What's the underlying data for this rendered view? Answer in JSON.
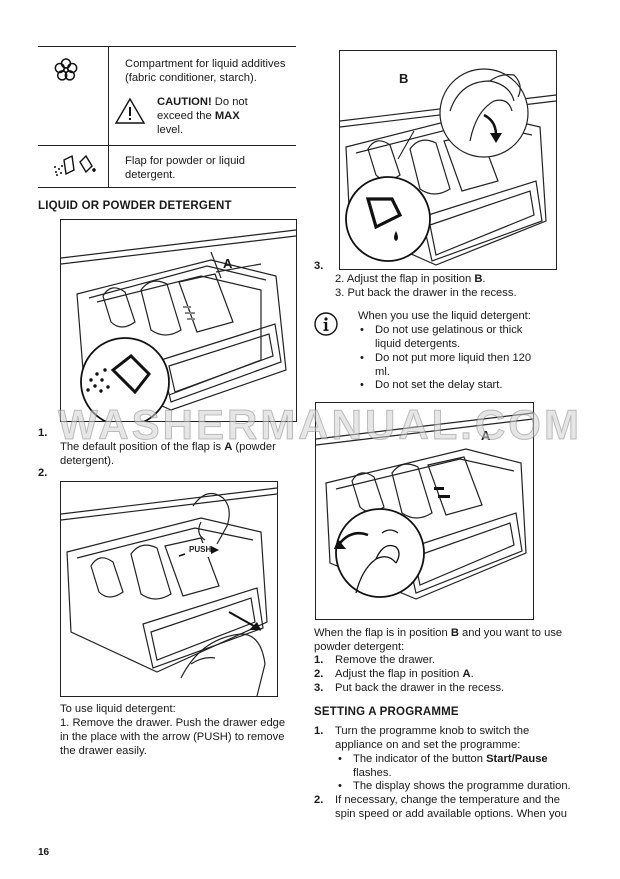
{
  "table": {
    "row1_text": "Compartment for liquid additives (fabric conditioner, starch).",
    "caution_label": "CAUTION!",
    "caution_text_1": " Do not exceed the ",
    "caution_max": "MAX",
    "caution_text_2": " level.",
    "row2_text": "Flap for powder or liquid detergent."
  },
  "left": {
    "heading": "LIQUID OR POWDER DETERGENT",
    "fig1_label": "A",
    "step1_num": "1.",
    "step1_text_a": "The default position of the flap is ",
    "step1_bold": "A",
    "step1_text_b": " (powder detergent).",
    "step2_num": "2.",
    "fig2_push": "PUSH",
    "liquid_intro": "To use liquid detergent:",
    "liquid_text": "1. Remove the drawer. Push the drawer edge in the place with the arrow (PUSH) to remove the drawer easily."
  },
  "right": {
    "fig3_label": "B",
    "step3_num": "3.",
    "step3_line1_a": "2. Adjust the flap in position ",
    "step3_line1_b": "B",
    "step3_line1_c": ".",
    "step3_line2": "3. Put back the drawer in the recess.",
    "info_intro": "When you use the liquid detergent:",
    "info_bullets": [
      "Do not use gelatinous or thick liquid detergents.",
      "Do not put more liquid then 120 ml.",
      "Do not set the delay start."
    ],
    "fig4_label": "A",
    "flap_text_a": "When the flap is in position ",
    "flap_text_b": "B",
    "flap_text_c": " and you want to use powder detergent:",
    "flap_steps": [
      {
        "num": "1.",
        "text": "Remove the drawer."
      },
      {
        "num": "2.",
        "text_a": "Adjust the flap in position ",
        "bold": "A",
        "text_b": "."
      },
      {
        "num": "3.",
        "text": "Put back the drawer in the recess."
      }
    ],
    "setting_heading": "SETTING A PROGRAMME",
    "setting_1_num": "1.",
    "setting_1_text": "Turn the programme knob to switch the appliance on and set the programme:",
    "setting_1_sub1_a": "The indicator of the button ",
    "setting_1_sub1_b": "Start/Pause",
    "setting_1_sub1_c": " flashes.",
    "setting_1_sub2": "The display shows the programme duration.",
    "setting_2_num": "2.",
    "setting_2_text": "If necessary, change the temperature and the spin speed or add available options. When you"
  },
  "page_number": "16",
  "watermark": "WASHERMANUAL.COM"
}
